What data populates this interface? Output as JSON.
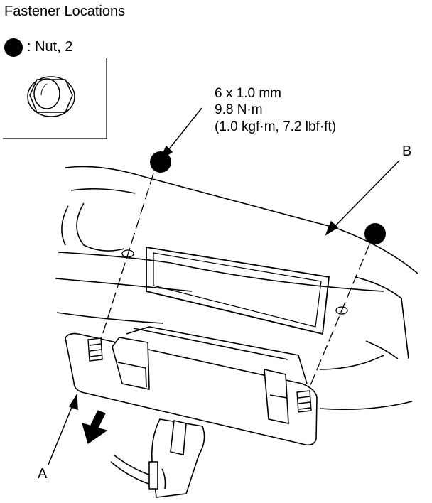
{
  "diagram": {
    "title": "Fastener Locations",
    "legend": {
      "symbol": "filled-circle",
      "text": ": Nut, 2",
      "icon": "flange-nut-icon"
    },
    "torque_spec": {
      "size": "6 x 1.0 mm",
      "torque_nm": "9.8 N·m",
      "torque_alt": "(1.0 kgf·m, 7.2 lbf·ft)"
    },
    "callouts": {
      "a": "A",
      "b": "B"
    },
    "colors": {
      "ink": "#000000",
      "paper": "#ffffff",
      "shade": "#d9d9d9"
    }
  }
}
